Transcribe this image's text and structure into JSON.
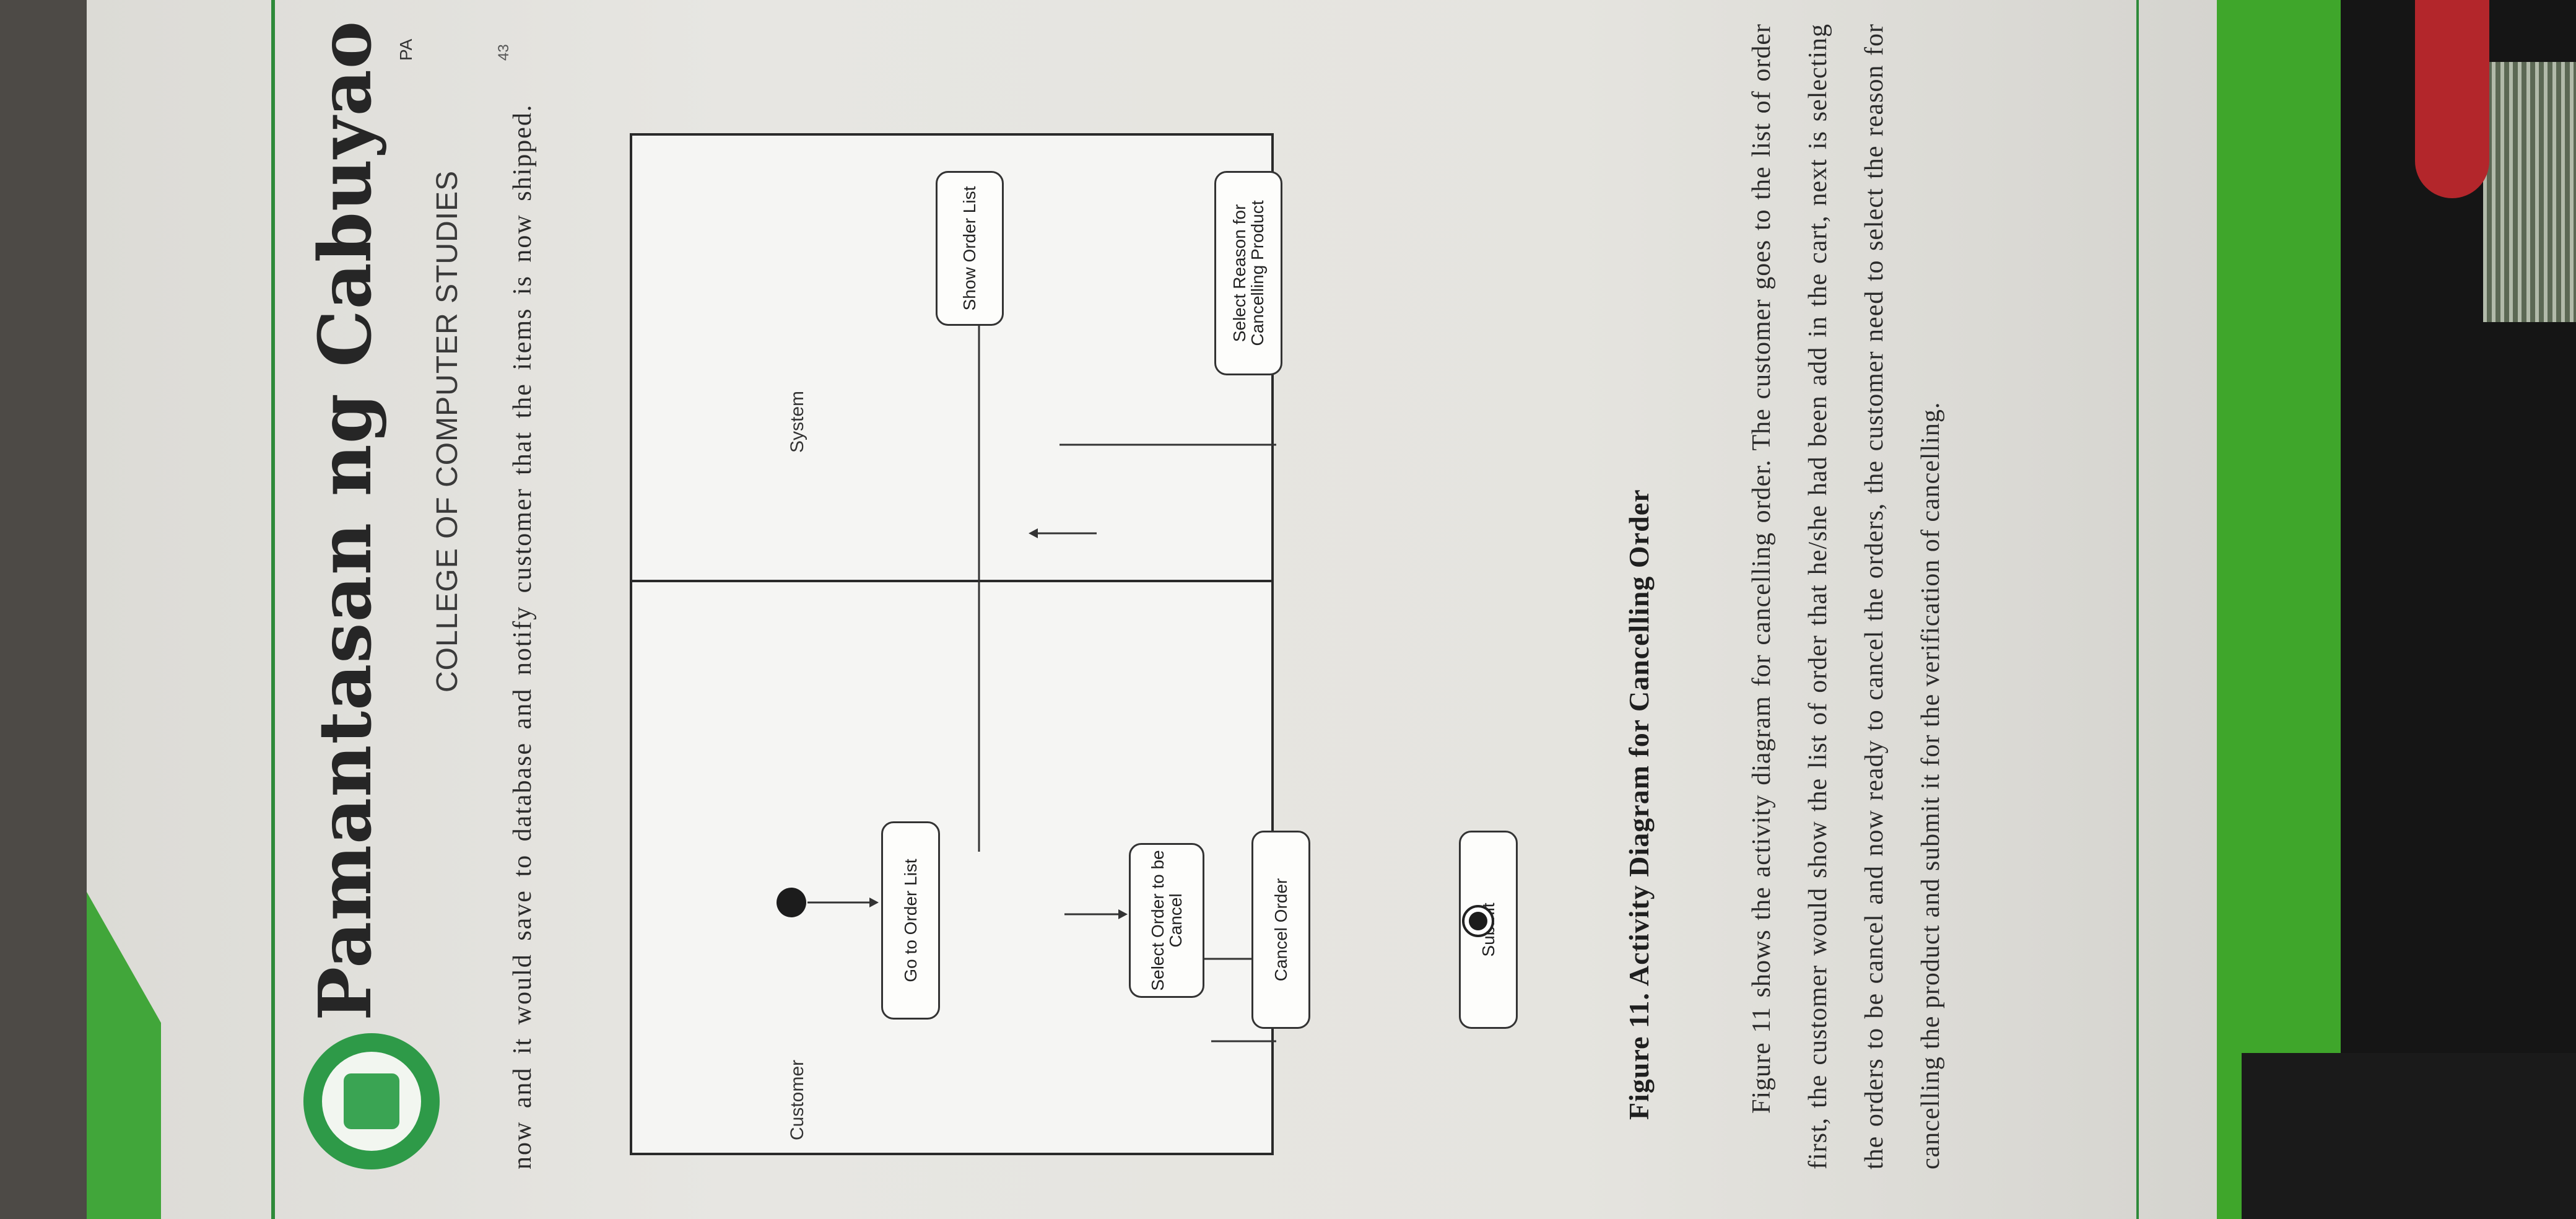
{
  "header": {
    "university": "Pamantasan ng Cabuyao",
    "college": "COLLEGE OF COMPUTER STUDIES",
    "page_tag": "PA",
    "page_tag_2": "43"
  },
  "intro_text": "now and it would save to database and notify customer that the items is now shipped.",
  "diagram": {
    "lanes": [
      "Customer",
      "System"
    ],
    "nodes": {
      "go_to_order_list": "Go to Order List",
      "show_order_list": "Show Order List",
      "select_order": "Select Order to be Cancel",
      "cancel_order": "Cancel Order",
      "select_reason": "Select Reason for Cancelling Product",
      "submit": "Submit"
    }
  },
  "caption": "Figure 11. Activity Diagram for Cancelling Order",
  "body_text": "Figure 11 shows the activity diagram for cancelling order. The customer goes to the list of order first, the customer would show the list of order that he/she had been add in the cart, next is selecting the orders to be cancel and now ready to cancel the orders, the customer need to select the reason for cancelling the product and submit it for the verification of cancelling.",
  "colors": {
    "accent_green": "#2e8a3a",
    "paper": "#e5e4df"
  }
}
